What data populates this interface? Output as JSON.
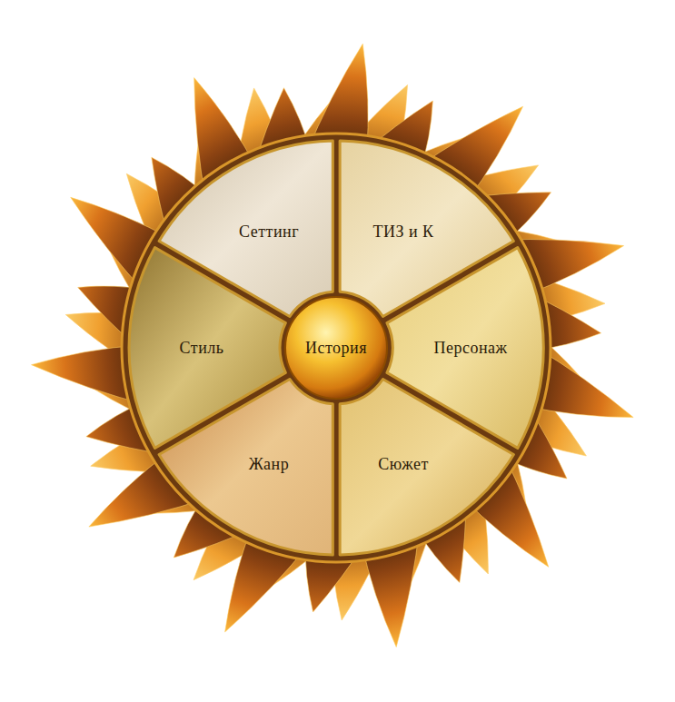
{
  "diagram": {
    "nodes": [
      {
        "text": [
          "История"
        ]
      },
      {
        "text": [
          "Сеттинг"
        ]
      },
      {
        "text": [
          "ТИЗ и К"
        ]
      },
      {
        "text": [
          "Персонаж"
        ]
      },
      {
        "text": [
          "Сюжет"
        ]
      },
      {
        "text": [
          "Жанр"
        ]
      },
      {
        "text": [
          "Стиль"
        ]
      }
    ]
  }
}
